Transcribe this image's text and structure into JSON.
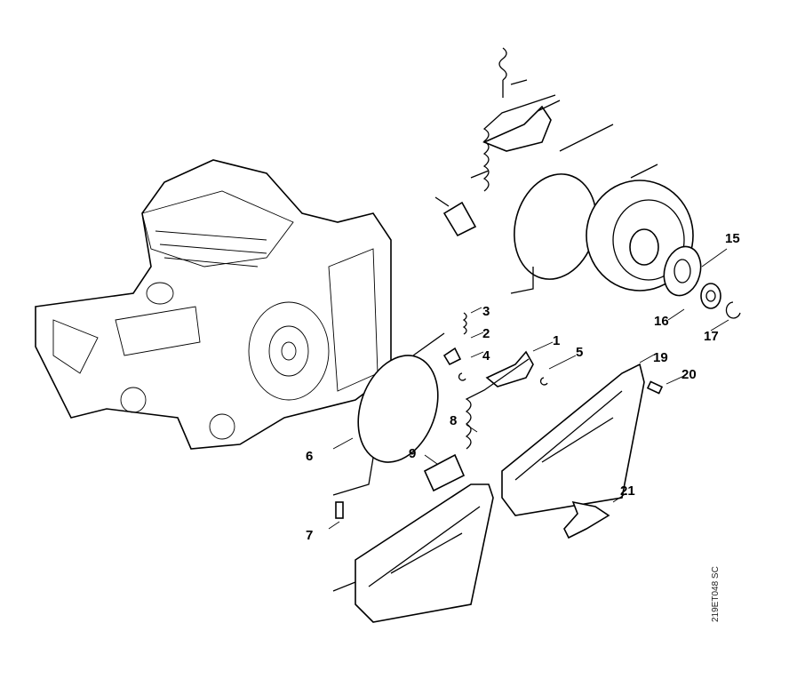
{
  "diagram": {
    "drawing_code": "219ET048 SC",
    "part_labels": [
      "1",
      "2",
      "3",
      "4",
      "5",
      "6",
      "7",
      "8",
      "9",
      "15",
      "16",
      "17",
      "19",
      "20",
      "21"
    ]
  }
}
